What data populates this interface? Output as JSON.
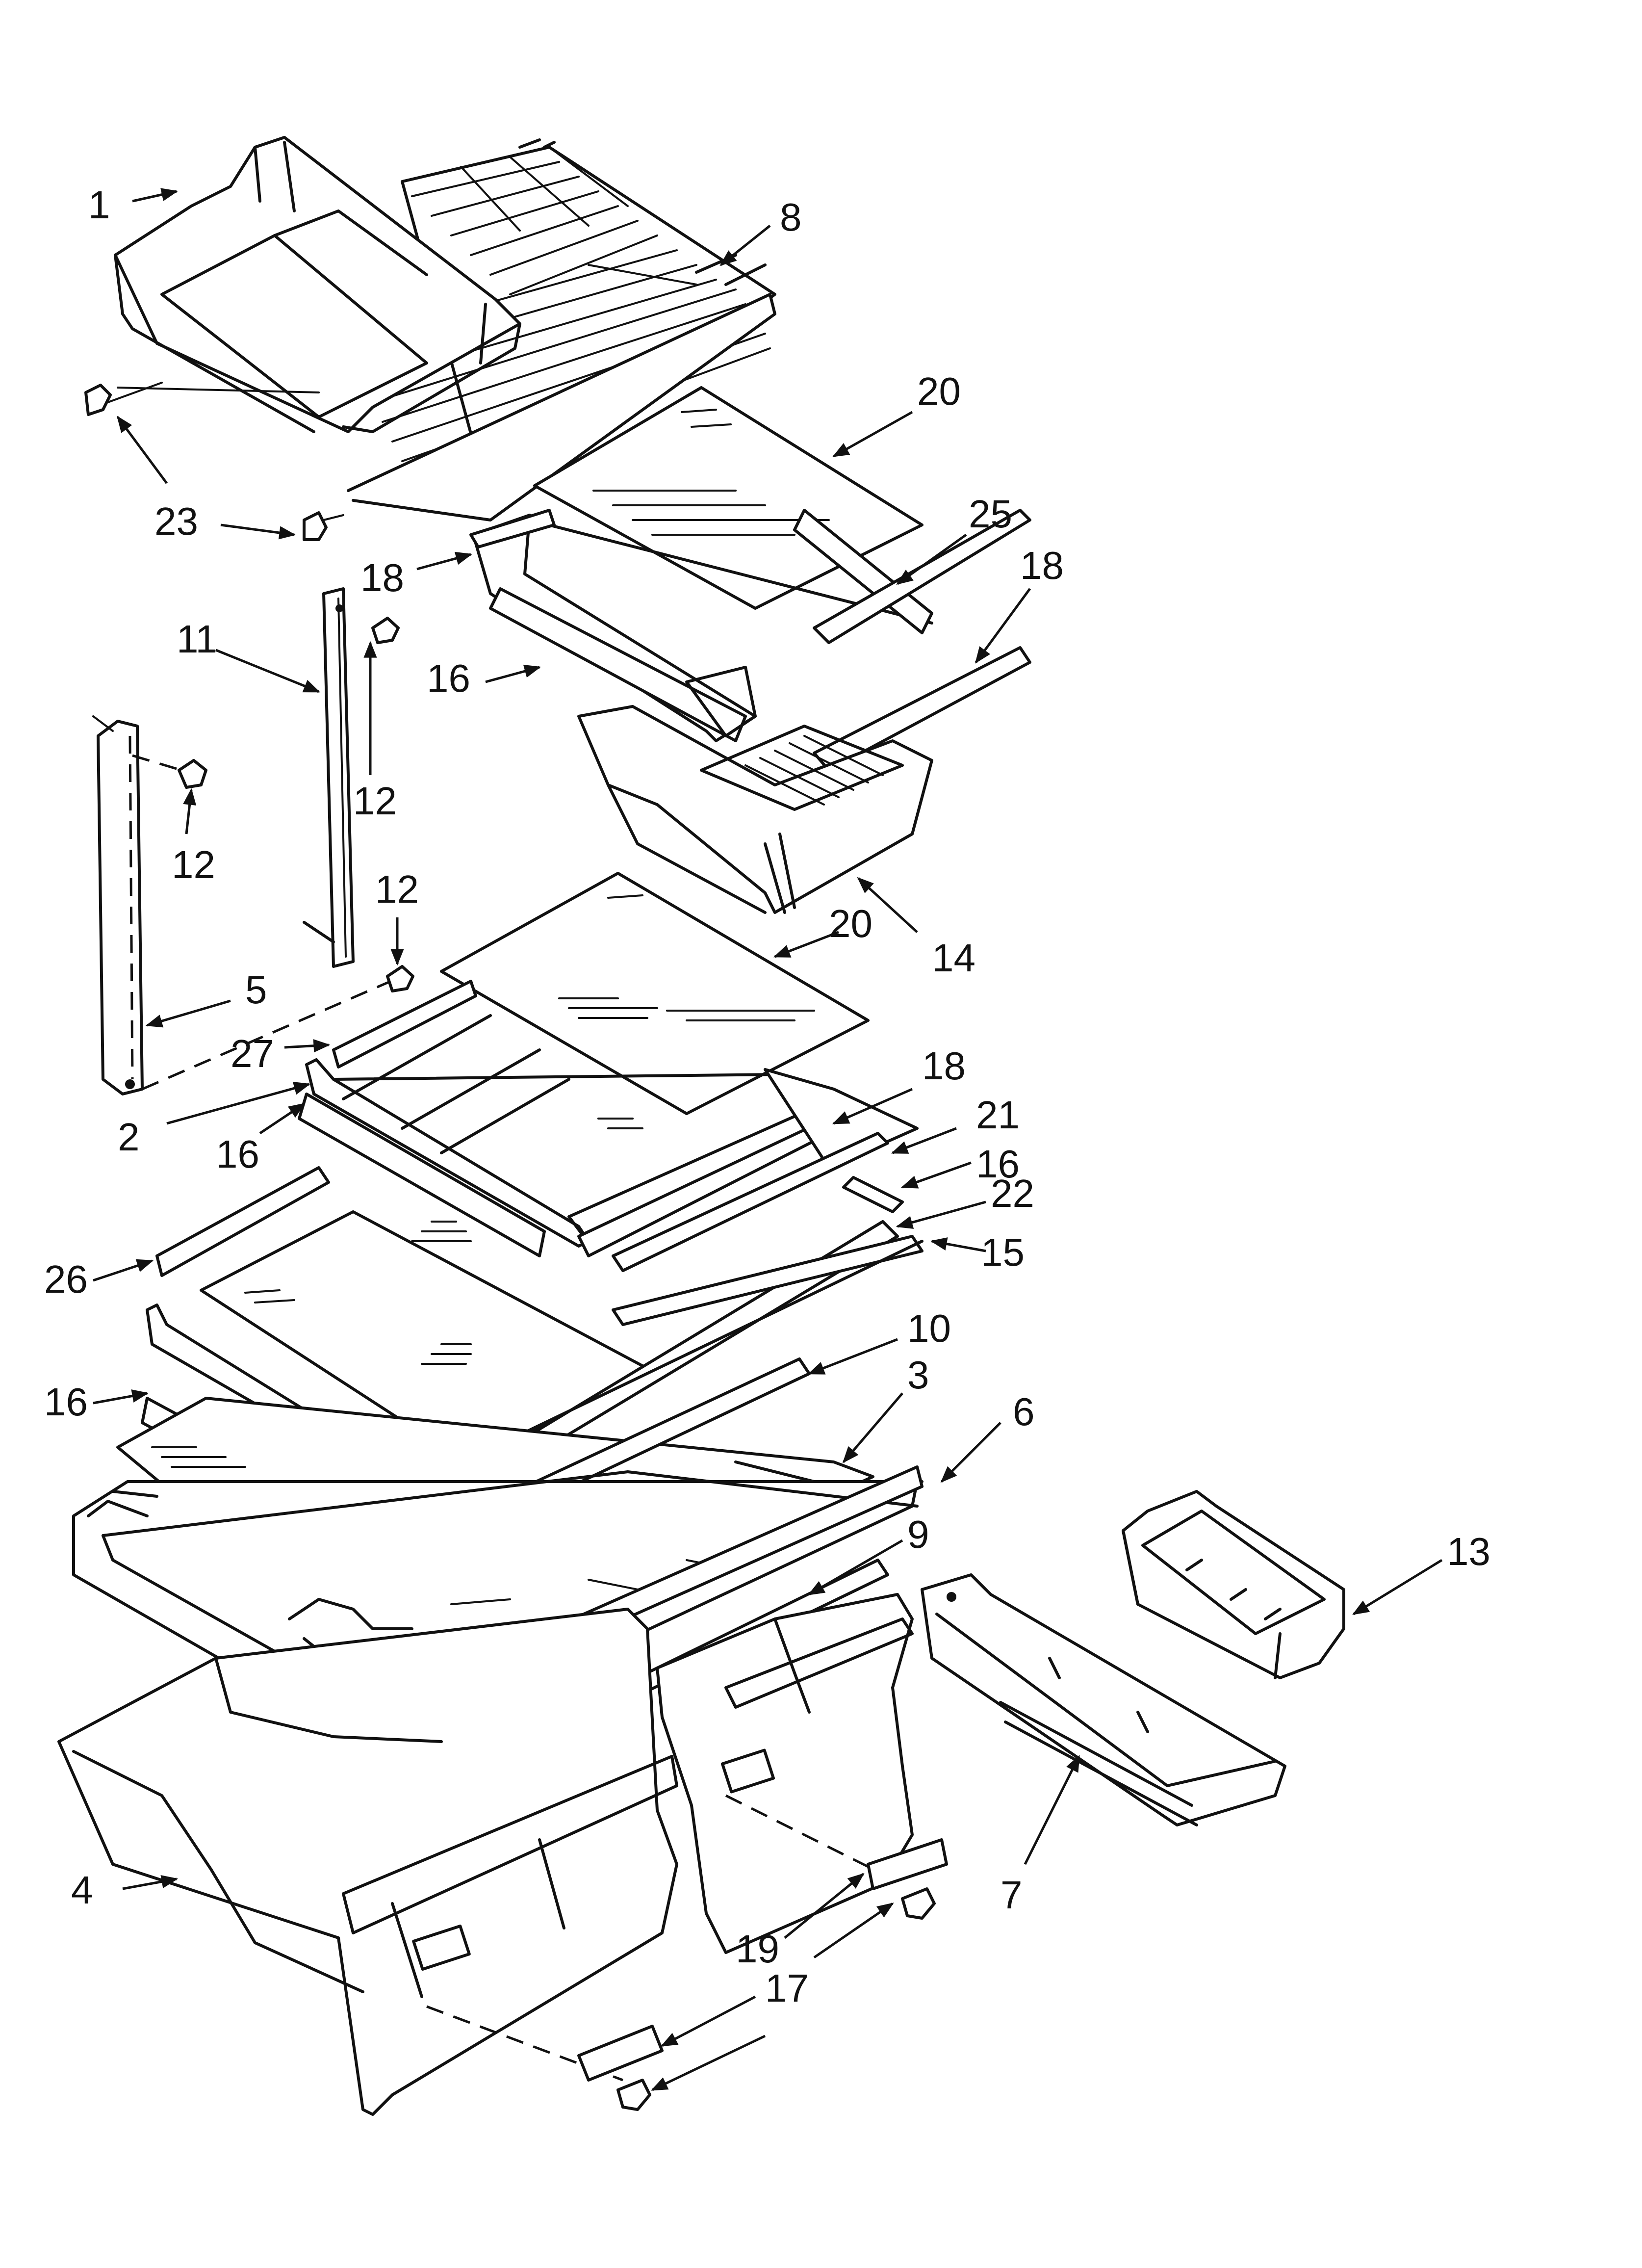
{
  "callouts": [
    {
      "id": "c1",
      "text": "1"
    },
    {
      "id": "c2",
      "text": "2"
    },
    {
      "id": "c3",
      "text": "3"
    },
    {
      "id": "c4",
      "text": "4"
    },
    {
      "id": "c5",
      "text": "5"
    },
    {
      "id": "c6",
      "text": "6"
    },
    {
      "id": "c7",
      "text": "7"
    },
    {
      "id": "c8",
      "text": "8"
    },
    {
      "id": "c9",
      "text": "9"
    },
    {
      "id": "c10",
      "text": "10"
    },
    {
      "id": "c11",
      "text": "11"
    },
    {
      "id": "c12a",
      "text": "12"
    },
    {
      "id": "c12b",
      "text": "12"
    },
    {
      "id": "c12c",
      "text": "12"
    },
    {
      "id": "c13",
      "text": "13"
    },
    {
      "id": "c14",
      "text": "14"
    },
    {
      "id": "c15",
      "text": "15"
    },
    {
      "id": "c16a",
      "text": "16"
    },
    {
      "id": "c16b",
      "text": "16"
    },
    {
      "id": "c16c",
      "text": "16"
    },
    {
      "id": "c16d",
      "text": "16"
    },
    {
      "id": "c17",
      "text": "17"
    },
    {
      "id": "c18a",
      "text": "18"
    },
    {
      "id": "c18b",
      "text": "18"
    },
    {
      "id": "c18c",
      "text": "18"
    },
    {
      "id": "c19",
      "text": "19"
    },
    {
      "id": "c20a",
      "text": "20"
    },
    {
      "id": "c20b",
      "text": "20"
    },
    {
      "id": "c21",
      "text": "21"
    },
    {
      "id": "c22",
      "text": "22"
    },
    {
      "id": "c23",
      "text": "23"
    },
    {
      "id": "c25",
      "text": "25"
    },
    {
      "id": "c26",
      "text": "26"
    },
    {
      "id": "c27",
      "text": "27"
    }
  ]
}
